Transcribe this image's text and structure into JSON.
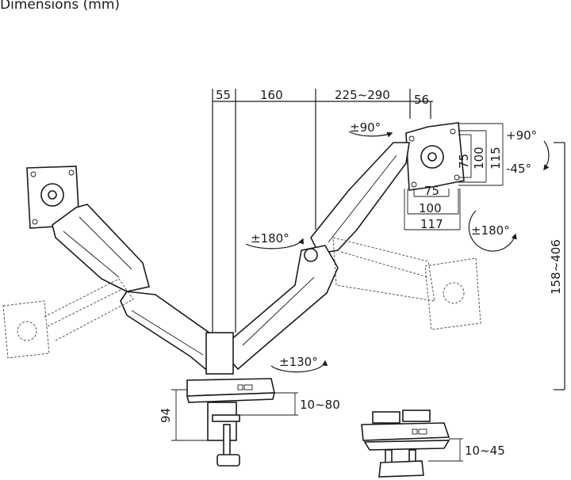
{
  "title": "Dimensions (mm)",
  "dimensions": {
    "arm_offset": "55",
    "arm_length_1": "160",
    "arm_length_2": "225~290",
    "vesa_depth": "56",
    "vesa_h_75": "75",
    "vesa_h_100": "100",
    "vesa_h_115": "115",
    "vesa_w_75": "75",
    "vesa_w_100": "100",
    "vesa_w_117": "117",
    "height_range": "158~406",
    "base_height": "94",
    "clamp_range": "10~80",
    "grommet_range": "10~45"
  },
  "rotations": {
    "rotate_head": "±90°",
    "tilt_up": "+90°",
    "tilt_down": "-45°",
    "swivel_head": "±180°",
    "swivel_arm": "±180°",
    "swivel_base": "±130°"
  }
}
